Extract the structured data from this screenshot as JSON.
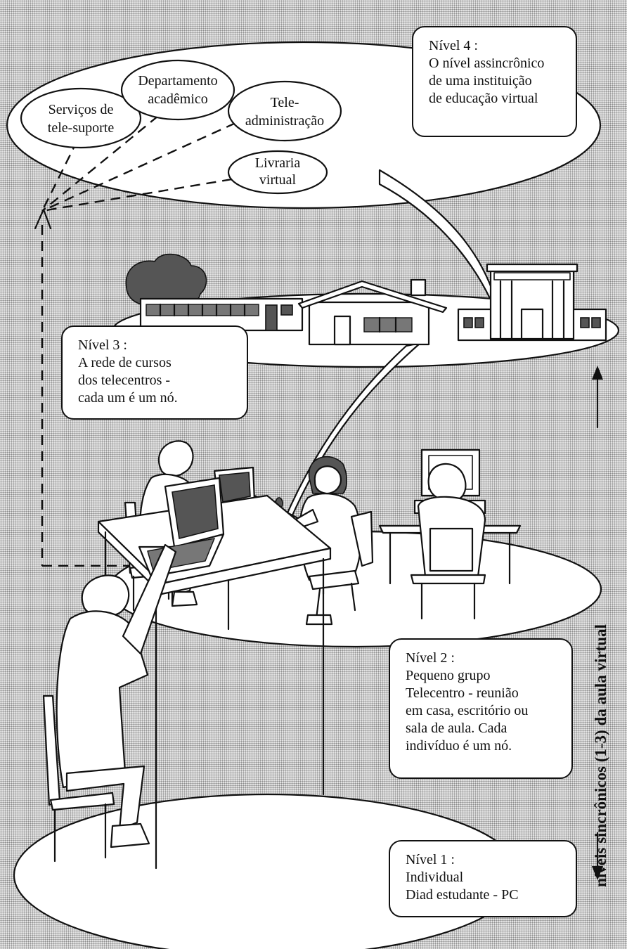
{
  "level4": {
    "title": "Nível 4 :",
    "lines": [
      "O nível assincrônico",
      "de  uma instituição",
      "de educação virtual"
    ],
    "units": [
      {
        "line1": "Serviços de",
        "line2": "tele-suporte"
      },
      {
        "line1": "Departamento",
        "line2": "acadêmico"
      },
      {
        "line1": "Tele-",
        "line2": "administração"
      },
      {
        "line1": "Livraria",
        "line2": "virtual"
      }
    ]
  },
  "level3": {
    "title": "Nível 3 :",
    "lines": [
      "A rede de cursos",
      "dos telecentros -",
      "cada um é um nó."
    ]
  },
  "level2": {
    "title": "Nível 2 :",
    "lines": [
      "Pequeno grupo",
      "Telecentro - reunião",
      "em casa, escritório ou",
      "sala de aula. Cada",
      "indivíduo é um nó."
    ]
  },
  "level1": {
    "title": "Nível 1 :",
    "lines": [
      "Individual",
      "Diad  estudante - PC"
    ]
  },
  "side_label": "níveis sincrônicos (1-3) da  aula virtual"
}
